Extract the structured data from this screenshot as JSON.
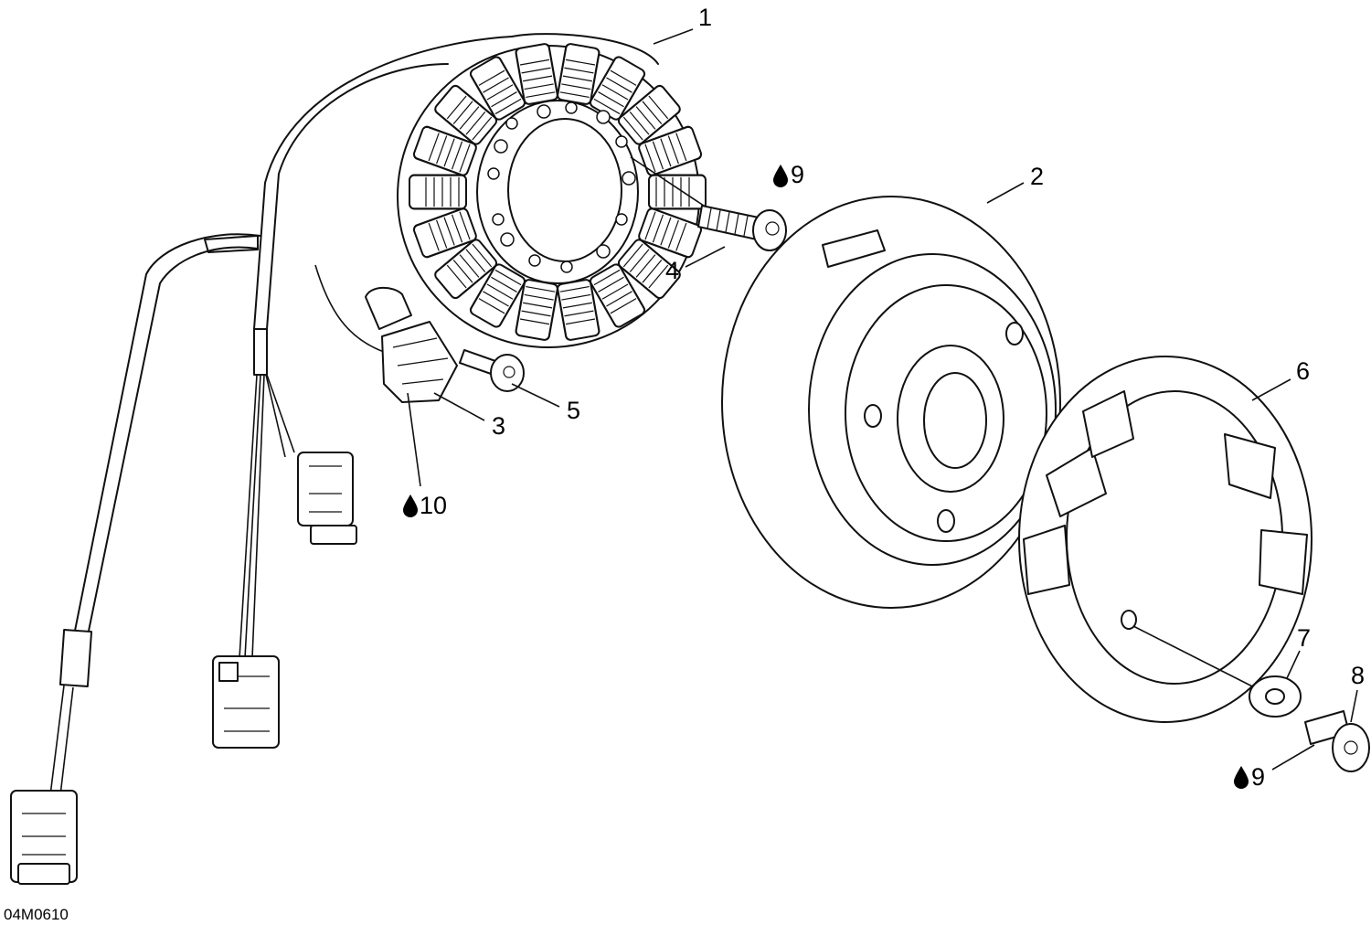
{
  "callouts": {
    "c1": "1",
    "c2": "2",
    "c3": "3",
    "c4": "4",
    "c5": "5",
    "c6": "6",
    "c7": "7",
    "c8": "8",
    "torque_a": "9",
    "torque_b": "9",
    "torque_c": "10"
  },
  "torque_icon": "droplet-icon",
  "reference": "04M0610"
}
